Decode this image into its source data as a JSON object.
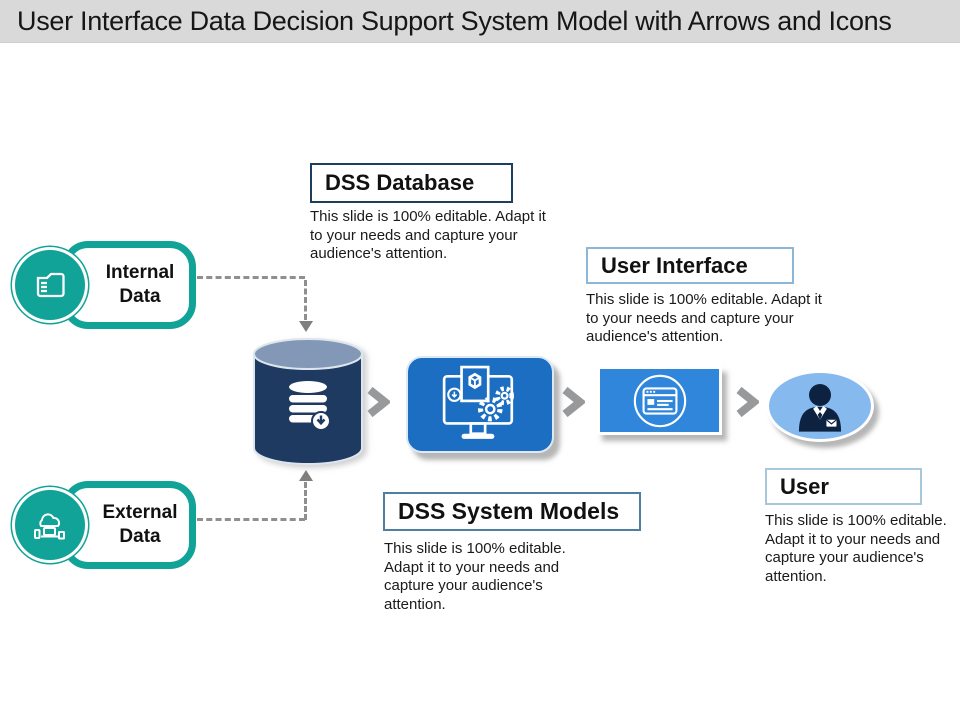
{
  "slide": {
    "title": "User Interface Data Decision Support System Model with Arrows and Icons",
    "editable_note": "This slide is 100% editable. Adapt it to your needs and capture your audience's attention."
  },
  "labels": {
    "internal_data": "Internal Data",
    "external_data": "External Data",
    "dss_database": "DSS Database",
    "dss_system_models": "DSS System Models",
    "user_interface": "User Interface",
    "user": "User"
  },
  "icons": {
    "internal_data": "folder-icon",
    "external_data": "cloud-computing-icon",
    "dss_database": "database-icon",
    "dss_system_models": "computer-gears-icon",
    "user_interface": "browser-window-icon",
    "user": "businessman-icon",
    "flow": "chevron-right-icon"
  },
  "colors": {
    "title_band_gray": "#D9D9D9",
    "teal": "#11A298",
    "cylinder_navy": "#1F3A60",
    "cylinder_top_blue": "#8298B6",
    "model_box_blue": "#1B6EC1",
    "interface_box_blue": "#2F86DB",
    "user_ellipse_blue": "#86B9EE",
    "person_navy": "#0D2140",
    "arrow_gray": "#98999B",
    "dashed_line_gray": "#8F8F8F"
  }
}
